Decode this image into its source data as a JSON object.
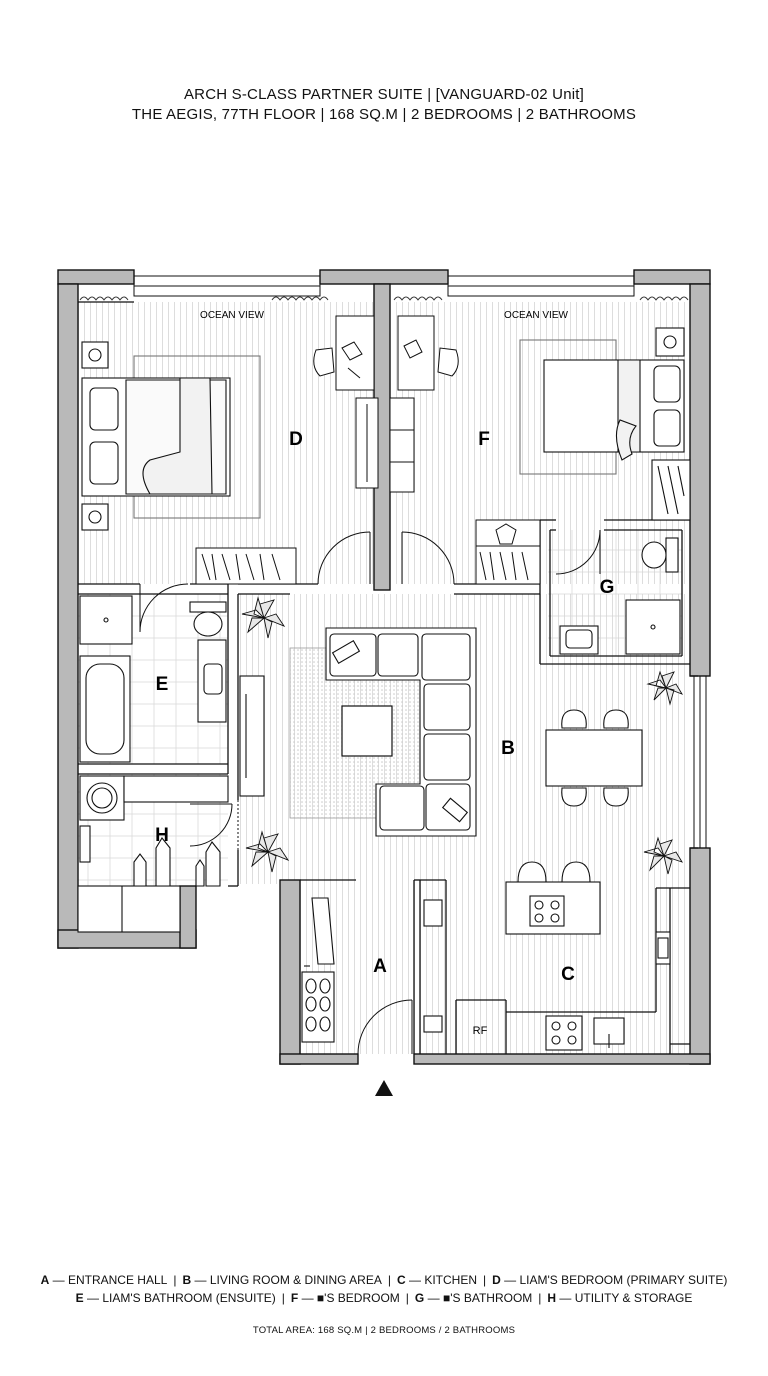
{
  "header": {
    "line1": "ARCH S-CLASS PARTNER SUITE  | [VANGUARD-02 Unit]",
    "line2": "THE AEGIS, 77TH FLOOR | 168 SQ.M | 2 BEDROOMS | 2 BATHROOMS"
  },
  "plan": {
    "view_left": "OCEAN VIEW",
    "view_right": "OCEAN VIEW",
    "fridge_label": "RF",
    "rooms": [
      {
        "letter": "A",
        "name": "ENTRANCE HALL"
      },
      {
        "letter": "B",
        "name": "LIVING ROOM & DINING AREA"
      },
      {
        "letter": "C",
        "name": "KITCHEN"
      },
      {
        "letter": "D",
        "name": "LIAM'S BEDROOM (PRIMARY SUITE)"
      },
      {
        "letter": "E",
        "name": "LIAM'S BATHROOM (ENSUITE)"
      },
      {
        "letter": "F",
        "name": "■'S BEDROOM"
      },
      {
        "letter": "G",
        "name": "■'S BATHROOM"
      },
      {
        "letter": "H",
        "name": "UTILITY & STORAGE"
      }
    ]
  },
  "legend": {
    "separator": "|",
    "dash": "—"
  },
  "footer": {
    "total": "TOTAL AREA: 168 SQ.M  |  2 BEDROOMS / 2 BATHROOMS"
  },
  "icons": [
    "entry-arrow-icon",
    "plant-icon",
    "sofa-icon",
    "bed-icon",
    "toilet-icon",
    "bathtub-icon",
    "washer-icon",
    "stove-icon",
    "sink-icon"
  ]
}
